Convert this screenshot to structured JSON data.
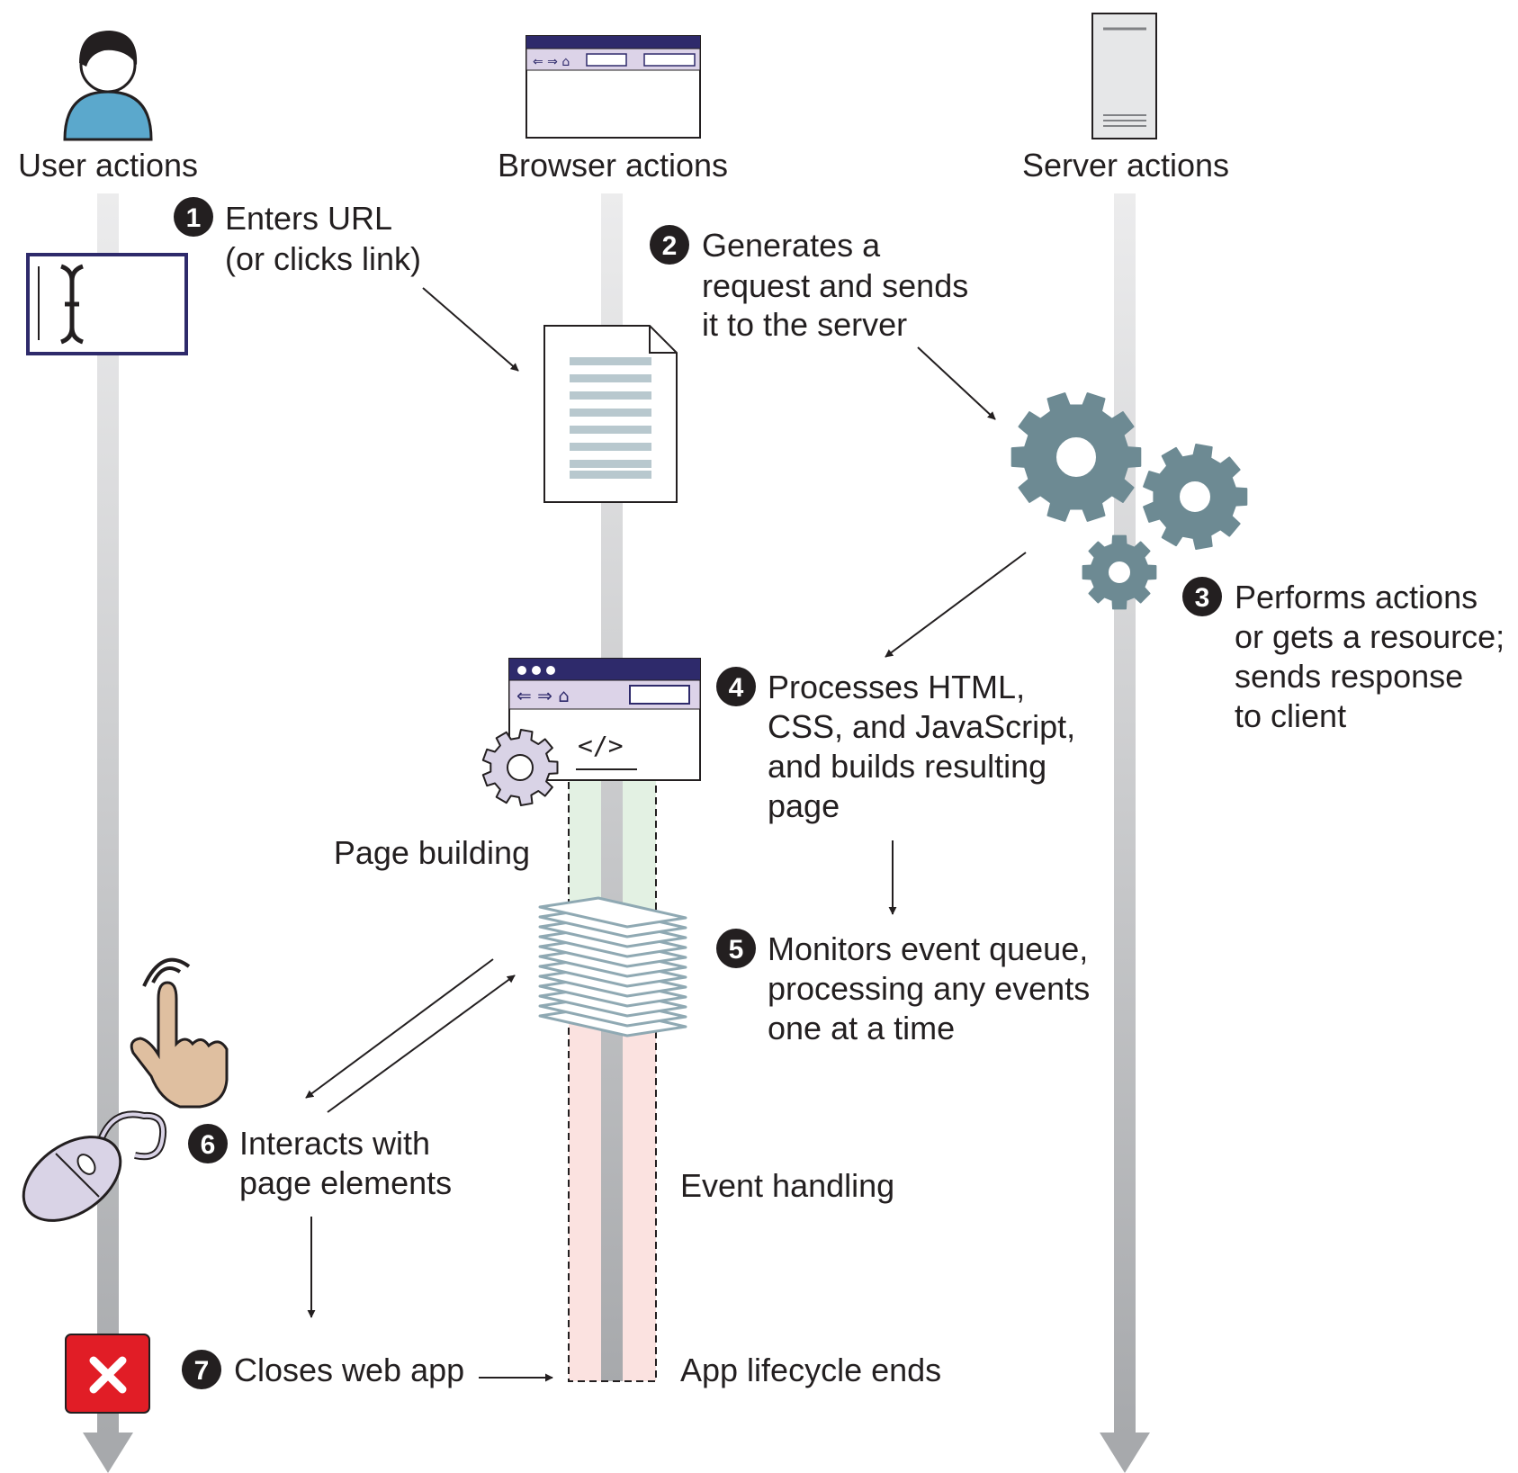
{
  "lanes": {
    "user": "User actions",
    "browser": "Browser actions",
    "server": "Server actions"
  },
  "steps": [
    {
      "n": "1",
      "lines": [
        "Enters URL",
        "(or clicks link)"
      ]
    },
    {
      "n": "2",
      "lines": [
        "Generates a",
        "request and sends",
        "it to the server"
      ]
    },
    {
      "n": "3",
      "lines": [
        "Performs actions",
        "or gets a resource;",
        "sends response",
        "to client"
      ]
    },
    {
      "n": "4",
      "lines": [
        "Processes HTML,",
        "CSS, and JavaScript,",
        "and builds resulting",
        "page"
      ]
    },
    {
      "n": "5",
      "lines": [
        "Monitors event queue,",
        "processing any events",
        "one at a time"
      ]
    },
    {
      "n": "6",
      "lines": [
        "Interacts with",
        "page elements"
      ]
    },
    {
      "n": "7",
      "lines": [
        "Closes web app"
      ]
    }
  ],
  "phases": {
    "page_building": "Page building",
    "event_handling": "Event handling",
    "lifecycle_end": "App lifecycle ends"
  },
  "colors": {
    "lane": "#a7a9ac",
    "gear": "#6d8a93",
    "browser_bar": "#2e2a6b",
    "browser_chrome": "#dcd3e8",
    "page_building_fill": "#e3f1e3",
    "event_handling_fill": "#fbe2e0",
    "close_red": "#e11d26",
    "user_icon": "#5ba8cc",
    "hand": "#dfbfa0",
    "mouse": "#d9d3e6",
    "stack_lines": "#8fa9b3"
  },
  "icons": [
    "user-icon",
    "browser-window-icon",
    "server-icon",
    "text-cursor-icon",
    "document-icon",
    "gears-icon",
    "browser-code-icon",
    "event-queue-icon",
    "touch-hand-icon",
    "mouse-icon",
    "close-icon"
  ]
}
